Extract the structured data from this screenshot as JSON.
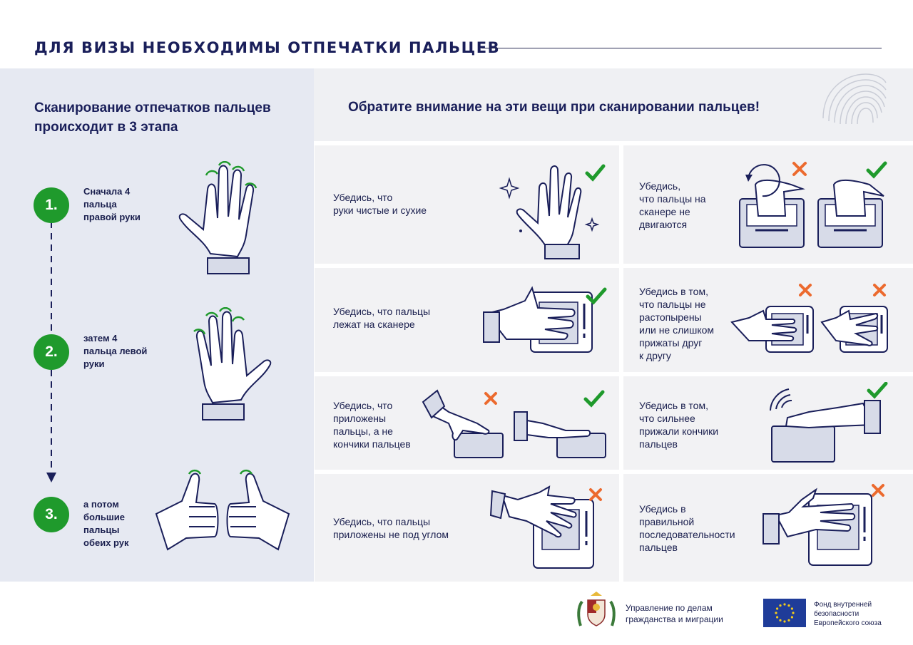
{
  "header": {
    "title": "ДЛЯ ВИЗЫ НЕОБХОДИМЫ ОТПЕЧАТКИ ПАЛЬЦЕВ"
  },
  "left": {
    "title_line1": "Сканирование отпечатков пальцев",
    "title_line2": "происходит в 3 этапа",
    "steps": [
      {
        "number": "1.",
        "line1": "Сначала 4",
        "line2": "пальца",
        "line3": "правой руки",
        "line4": ""
      },
      {
        "number": "2.",
        "line1": "затем 4",
        "line2": "пальца левой",
        "line3": "руки",
        "line4": ""
      },
      {
        "number": "3.",
        "line1": "а потом",
        "line2": "большие",
        "line3": "пальцы",
        "line4": "обеих рук"
      }
    ]
  },
  "right": {
    "title": "Обратите внимание на эти вещи при сканировании пальцев!",
    "cards": [
      {
        "lines": [
          "Убедись, что",
          "руки чистые и сухие"
        ]
      },
      {
        "lines": [
          "Убедись,",
          "что пальцы на",
          "сканере не",
          "двигаются"
        ]
      },
      {
        "lines": [
          "Убедись, что пальцы",
          "лежат на сканере"
        ]
      },
      {
        "lines": [
          "Убедись в том,",
          "что пальцы не",
          "растопырены",
          "или не слишком",
          "прижаты друг",
          "к другу"
        ]
      },
      {
        "lines": [
          "Убедись, что",
          "приложены",
          "пальцы, а не",
          "кончики пальцев"
        ]
      },
      {
        "lines": [
          "Убедись в том,",
          "что сильнее",
          "прижали кончики",
          "пальцев"
        ]
      },
      {
        "lines": [
          "Убедись, что пальцы",
          "приложены не под углом"
        ]
      },
      {
        "lines": [
          "Убедись в",
          "правильной",
          "последовательности",
          "пальцев"
        ]
      }
    ]
  },
  "footer": {
    "agency_line1": "Управление по делам",
    "agency_line2": "гражданства и миграции",
    "eu_line1": "Фонд внутренней",
    "eu_line2": "безопасности",
    "eu_line3": "Европейского союза"
  },
  "colors": {
    "navy": "#1a1f5a",
    "green": "#1f9a2c",
    "orange": "#ec6a2e",
    "panel": "#e6e9f2",
    "card": "#f2f2f4"
  },
  "icons": [
    "hand-icon",
    "check-icon",
    "cross-icon",
    "scanner-icon",
    "fingerprint-icon",
    "sparkle-icon",
    "coat-of-arms-icon",
    "eu-flag-icon"
  ]
}
